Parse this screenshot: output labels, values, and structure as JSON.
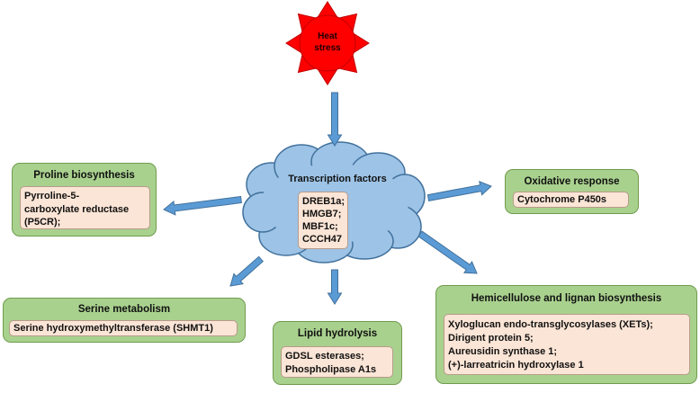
{
  "sun": {
    "line1": "Heat",
    "line2": "stress"
  },
  "cloud": {
    "title": "Transcription factors",
    "items": [
      "DREB1a;",
      "HMGB7;",
      "MBF1c;",
      "CCCH47"
    ]
  },
  "proline": {
    "title": "Proline biosynthesis",
    "lines": [
      "Pyrroline-5-",
      "carboxylate reductase",
      "(P5CR);"
    ]
  },
  "oxidative": {
    "title": "Oxidative response",
    "lines": [
      "Cytochrome P450s"
    ]
  },
  "serine": {
    "title": "Serine metabolism",
    "lines": [
      "Serine hydroxymethyltransferase (SHMT1)"
    ]
  },
  "lipid": {
    "title": "Lipid hydrolysis",
    "lines": [
      "GDSL esterases;",
      "Phospholipase A1s"
    ]
  },
  "hemi": {
    "title": "Hemicellulose and lignan biosynthesis",
    "lines": [
      "Xyloglucan endo-transglycosylases (XETs);",
      "Dirigent protein 5;",
      "Aureusidin synthase 1;",
      "(+)-larreatricin hydroxylase 1"
    ]
  },
  "colors": {
    "sun": "#ff0000",
    "box": "#a9d18e",
    "inner_box": "#fbe5d6",
    "cloud": "#9dc3e6",
    "arrow": "#5b9bd5"
  }
}
